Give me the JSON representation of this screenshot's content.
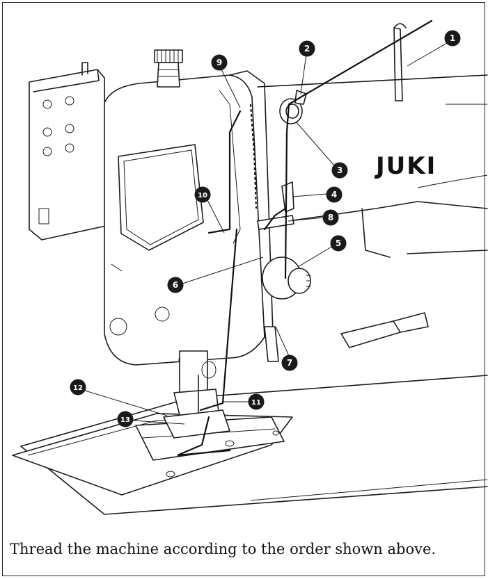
{
  "brand": "JUKI",
  "callouts": [
    {
      "num": "1"
    },
    {
      "num": "2"
    },
    {
      "num": "3"
    },
    {
      "num": "4"
    },
    {
      "num": "5"
    },
    {
      "num": "6"
    },
    {
      "num": "7"
    },
    {
      "num": "8"
    },
    {
      "num": "9"
    },
    {
      "num": "10"
    },
    {
      "num": "11"
    },
    {
      "num": "12"
    },
    {
      "num": "13"
    }
  ],
  "caption": "Thread the machine according to the order shown above."
}
